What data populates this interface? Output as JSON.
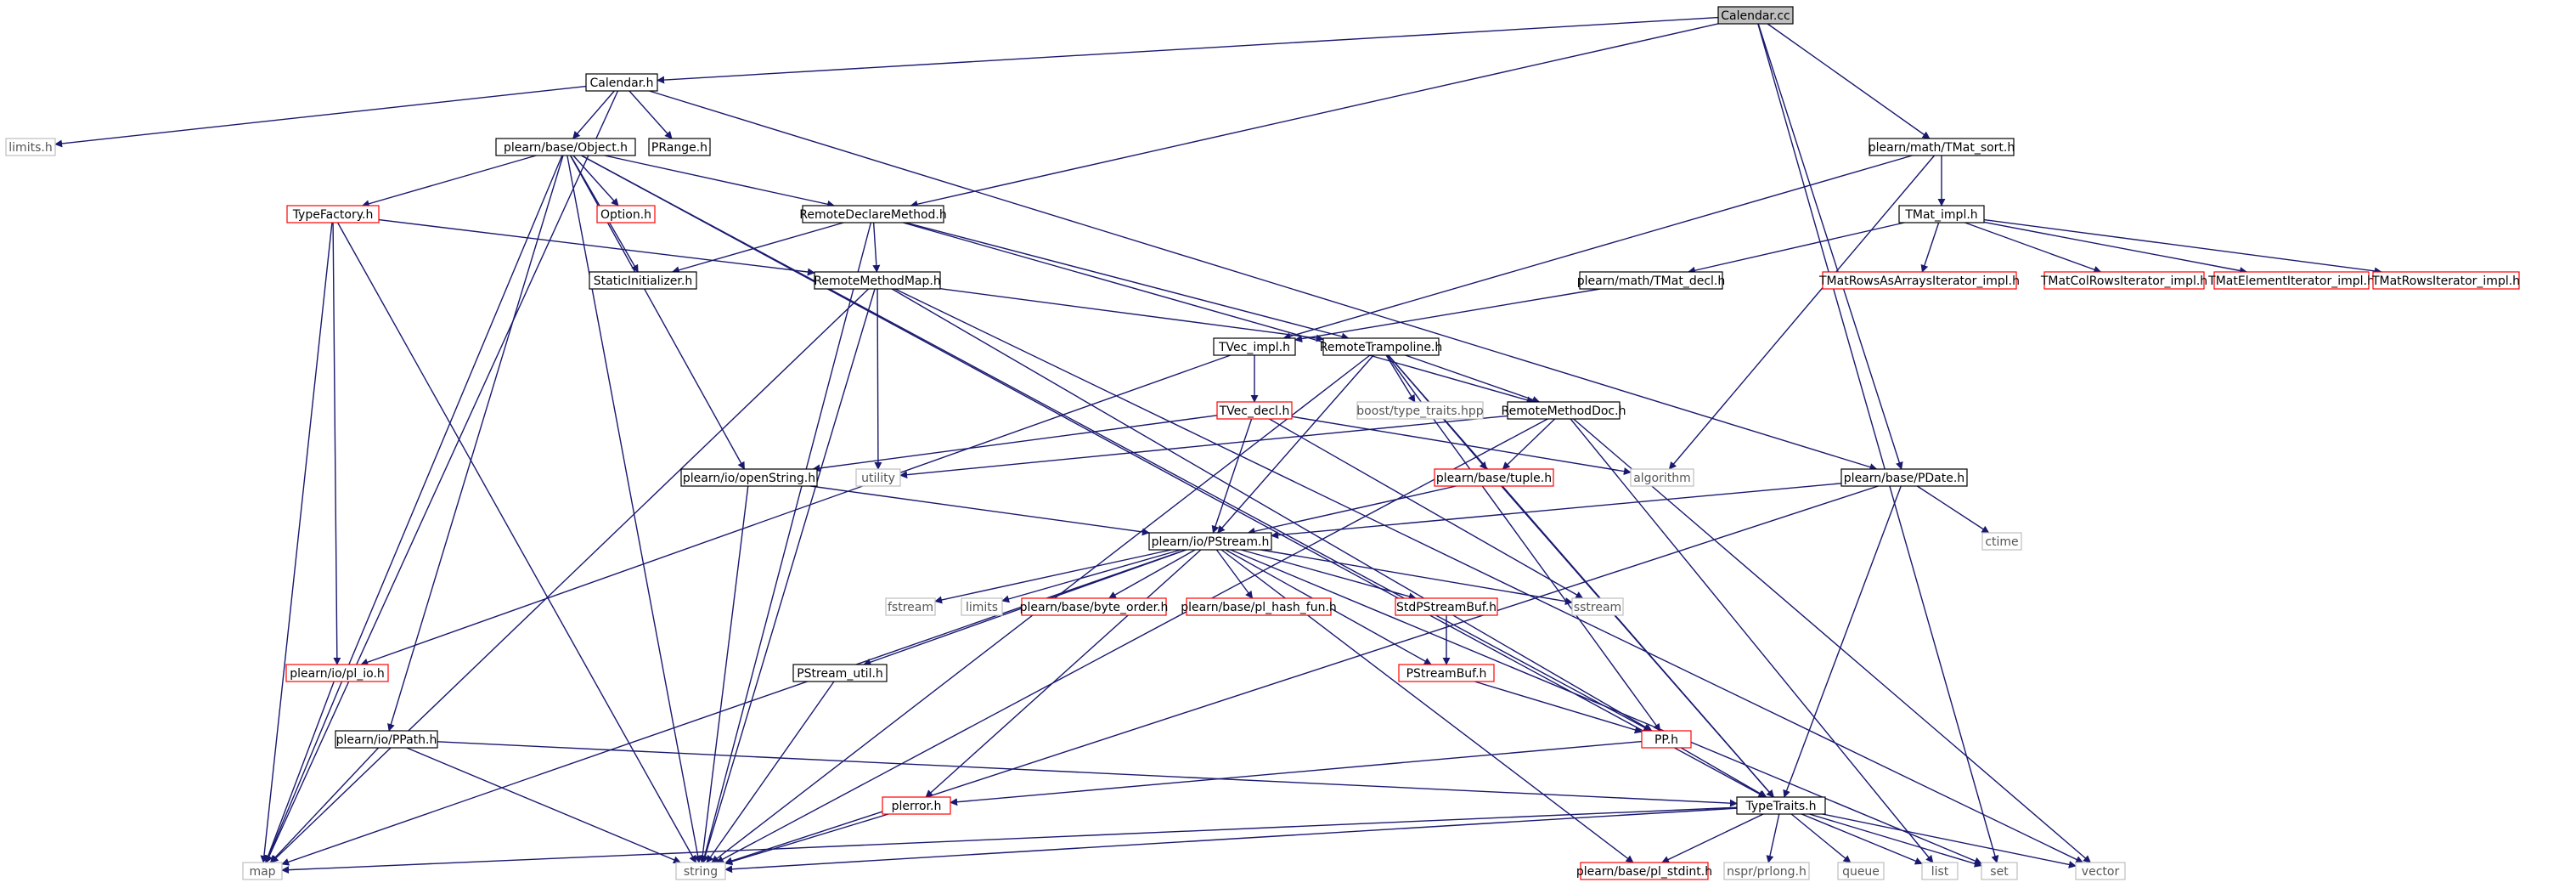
{
  "colors": {
    "edge": "#191970",
    "node_border_normal": "#000000",
    "node_border_missing": "#ff0000",
    "node_border_external": "#bfbfbf",
    "root_fill": "#bfbfbf",
    "node_fill": "#ffffff"
  },
  "nodes": {
    "calendar_cc": {
      "label": "Calendar.cc",
      "kind": "root"
    },
    "calendar_h": {
      "label": "Calendar.h",
      "kind": "normal"
    },
    "limits_top": {
      "label": "limits.h",
      "kind": "external"
    },
    "object_h": {
      "label": "plearn/base/Object.h",
      "kind": "normal"
    },
    "prange_h": {
      "label": "PRange.h",
      "kind": "normal"
    },
    "tmat_sort_h": {
      "label": "plearn/math/TMat_sort.h",
      "kind": "normal"
    },
    "typefactory_h": {
      "label": "TypeFactory.h",
      "kind": "missing"
    },
    "option_h": {
      "label": "Option.h",
      "kind": "missing"
    },
    "remotedeclare_h": {
      "label": "RemoteDeclareMethod.h",
      "kind": "normal"
    },
    "tmat_impl_h": {
      "label": "TMat_impl.h",
      "kind": "normal"
    },
    "staticinit_h": {
      "label": "StaticInitializer.h",
      "kind": "normal"
    },
    "remotemethodmap_h": {
      "label": "RemoteMethodMap.h",
      "kind": "normal"
    },
    "tmat_decl_h": {
      "label": "plearn/math/TMat_decl.h",
      "kind": "normal"
    },
    "tmatrowsarrays_h": {
      "label": "TMatRowsAsArraysIterator_impl.h",
      "kind": "missing"
    },
    "tmatcolrows_h": {
      "label": "TMatColRowsIterator_impl.h",
      "kind": "missing"
    },
    "tmatelement_h": {
      "label": "TMatElementIterator_impl.h",
      "kind": "missing"
    },
    "tmatrows_h": {
      "label": "TMatRowsIterator_impl.h",
      "kind": "missing"
    },
    "tvec_impl_h": {
      "label": "TVec_impl.h",
      "kind": "normal"
    },
    "remotetrampoline_h": {
      "label": "RemoteTrampoline.h",
      "kind": "normal"
    },
    "tvec_decl_h": {
      "label": "TVec_decl.h",
      "kind": "missing"
    },
    "boost_h": {
      "label": "boost/type_traits.hpp",
      "kind": "external"
    },
    "remotemethoddoc_h": {
      "label": "RemoteMethodDoc.h",
      "kind": "normal"
    },
    "openstring_h": {
      "label": "plearn/io/openString.h",
      "kind": "normal"
    },
    "utility": {
      "label": "utility",
      "kind": "external"
    },
    "tuple_h": {
      "label": "plearn/base/tuple.h",
      "kind": "missing"
    },
    "algorithm": {
      "label": "algorithm",
      "kind": "external"
    },
    "pdate_h": {
      "label": "plearn/base/PDate.h",
      "kind": "normal"
    },
    "ctime": {
      "label": "ctime",
      "kind": "external"
    },
    "pstream_h": {
      "label": "plearn/io/PStream.h",
      "kind": "normal"
    },
    "fstream": {
      "label": "fstream",
      "kind": "external"
    },
    "limits_mid": {
      "label": "limits",
      "kind": "external"
    },
    "byte_order_h": {
      "label": "plearn/base/byte_order.h",
      "kind": "missing"
    },
    "pl_hash_fun_h": {
      "label": "plearn/base/pl_hash_fun.h",
      "kind": "missing"
    },
    "stdpstreambuf_h": {
      "label": "StdPStreamBuf.h",
      "kind": "missing"
    },
    "sstream": {
      "label": "sstream",
      "kind": "external"
    },
    "pstreambuf_h": {
      "label": "PStreamBuf.h",
      "kind": "missing"
    },
    "pl_io_h": {
      "label": "plearn/io/pl_io.h",
      "kind": "missing"
    },
    "pstream_util_h": {
      "label": "PStream_util.h",
      "kind": "normal"
    },
    "ppath_h": {
      "label": "plearn/io/PPath.h",
      "kind": "normal"
    },
    "pp_h": {
      "label": "PP.h",
      "kind": "missing"
    },
    "plerror_h": {
      "label": "plerror.h",
      "kind": "missing"
    },
    "typetraits_h": {
      "label": "TypeTraits.h",
      "kind": "normal"
    },
    "map": {
      "label": "map",
      "kind": "external"
    },
    "string": {
      "label": "string",
      "kind": "external"
    },
    "pl_stdint_h": {
      "label": "plearn/base/pl_stdint.h",
      "kind": "missing"
    },
    "nspr_h": {
      "label": "nspr/prlong.h",
      "kind": "external"
    },
    "queue": {
      "label": "queue",
      "kind": "external"
    },
    "list": {
      "label": "list",
      "kind": "external"
    },
    "set": {
      "label": "set",
      "kind": "external"
    },
    "vector": {
      "label": "vector",
      "kind": "external"
    }
  }
}
